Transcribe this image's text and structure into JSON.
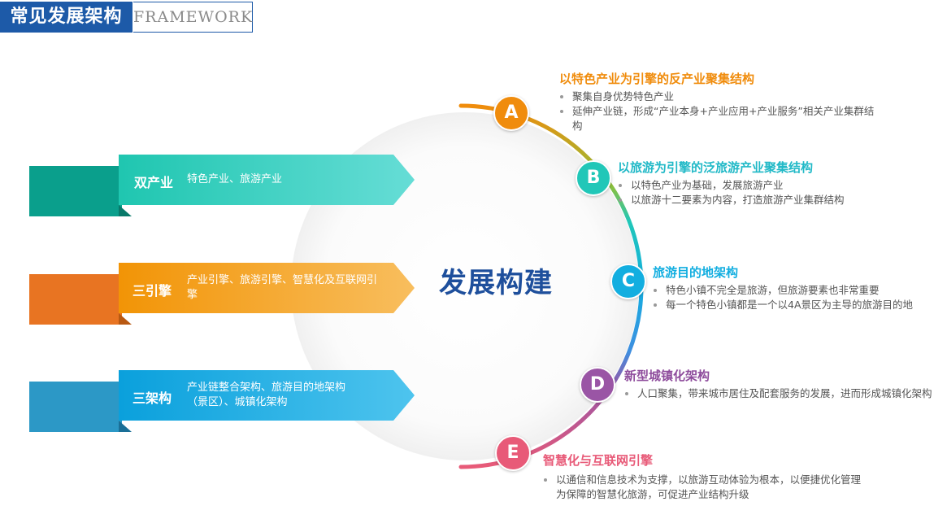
{
  "header": {
    "title": "常见发展架构",
    "subtitle": "FRAMEWORK"
  },
  "center": {
    "title": "发展构建"
  },
  "left_items": [
    {
      "label": "双产业",
      "desc": "特色产业、旅游产业",
      "color": "#2fc9b6"
    },
    {
      "label": "三引擎",
      "desc": "产业引擎、旅游引擎、智慧化及互联网引擎",
      "color": "#f29a12"
    },
    {
      "label": "三架构",
      "desc": "产业链整合架构、旅游目的地架构（景区）、城镇化架构",
      "color": "#12a5dd"
    }
  ],
  "right_items": [
    {
      "letter": "A",
      "title": "以特色产业为引擎的反产业聚集结构",
      "color": "#f08c0c",
      "bullets": [
        "聚集自身优势特色产业",
        "延伸产业链，形成“产业本身+产业应用+产业服务”相关产业集群结构"
      ]
    },
    {
      "letter": "B",
      "title": "以旅游为引擎的泛旅游产业聚集结构",
      "color": "#21c7b8",
      "bullets": [
        "以特色产业为基础，发展旅游产业",
        "以旅游十二要素为内容，打造旅游产业集群结构"
      ]
    },
    {
      "letter": "C",
      "title": "旅游目的地架构",
      "color": "#12aee0",
      "bullets": [
        "特色小镇不完全是旅游，但旅游要素也非常重要",
        "每一个特色小镇都是一个以4A景区为主导的旅游目的地"
      ]
    },
    {
      "letter": "D",
      "title": "新型城镇化架构",
      "color": "#9a55a5",
      "bullets": [
        "人口聚集，带来城市居住及配套服务的发展，进而形成城镇化架构"
      ]
    },
    {
      "letter": "E",
      "title": "智慧化与互联网引擎",
      "color": "#e85a78",
      "bullets": [
        "以通信和信息技术为支撑，以旅游互动体验为根本，以便捷优化管理为保障的智慧化旅游，可促进产业结构升级"
      ]
    }
  ]
}
